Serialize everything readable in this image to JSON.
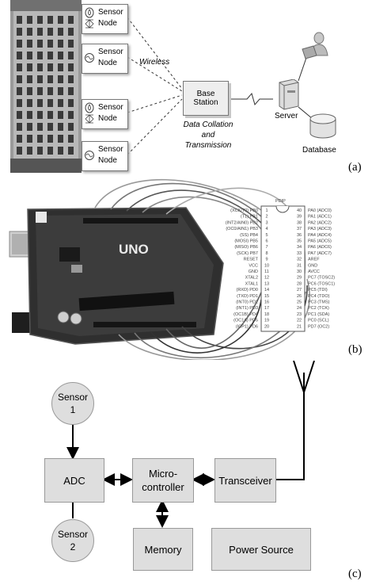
{
  "panel_a": {
    "caption": "(a)",
    "sensor_nodes": [
      {
        "label": "Sensor Node",
        "icon": "droplet-thermometer-icon"
      },
      {
        "label": "Sensor Node",
        "icon": "wave-icon"
      },
      {
        "label": "Sensor Node",
        "icon": "droplet-thermometer-icon"
      },
      {
        "label": "Sensor Node",
        "icon": "wave-icon"
      }
    ],
    "wireless_label": "Wireless",
    "base_station_label": "Base Station",
    "data_label": "Data Collation and Transmission",
    "server_label": "Server",
    "database_label": "Database"
  },
  "panel_b": {
    "caption": "(b)",
    "board_label": "UNO",
    "chip_title": "PDIP",
    "left_pins": [
      "(XCK/T0) PB0",
      "(T1) PB1",
      "(INT2/AIN0) PB2",
      "(OC0/AIN1) PB3",
      "(SS) PB4",
      "(MOSI) PB5",
      "(MISO) PB6",
      "(SCK) PB7",
      "RESET",
      "VCC",
      "GND",
      "XTAL2",
      "XTAL1",
      "(RXD) PD0",
      "(TXD) PD1",
      "(INT0) PD2",
      "(INT1) PD3",
      "(OC1B) PD4",
      "(OC1A) PD5",
      "(ICP1) PD6"
    ],
    "right_pins": [
      "PA0 (ADC0)",
      "PA1 (ADC1)",
      "PA2 (ADC2)",
      "PA3 (ADC3)",
      "PA4 (ADC4)",
      "PA5 (ADC5)",
      "PA6 (ADC6)",
      "PA7 (ADC7)",
      "AREF",
      "GND",
      "AVCC",
      "PC7 (TOSC2)",
      "PC6 (TOSC1)",
      "PC5 (TDI)",
      "PC4 (TDO)",
      "PC3 (TMS)",
      "PC2 (TCK)",
      "PC1 (SDA)",
      "PC0 (SCL)",
      "PD7 (OC2)"
    ],
    "left_numbers": [
      "1",
      "2",
      "3",
      "4",
      "5",
      "6",
      "7",
      "8",
      "9",
      "10",
      "11",
      "12",
      "13",
      "14",
      "15",
      "16",
      "17",
      "18",
      "19",
      "20"
    ],
    "right_numbers": [
      "40",
      "39",
      "38",
      "37",
      "36",
      "35",
      "34",
      "33",
      "32",
      "31",
      "30",
      "29",
      "28",
      "27",
      "26",
      "25",
      "24",
      "23",
      "22",
      "21"
    ]
  },
  "panel_c": {
    "caption": "(c)",
    "sensor1": "Sensor\n1",
    "sensor2": "Sensor\n2",
    "adc": "ADC",
    "micro": "Micro-\ncontroller",
    "transceiver": "Transceiver",
    "memory": "Memory",
    "power": "Power Source"
  }
}
